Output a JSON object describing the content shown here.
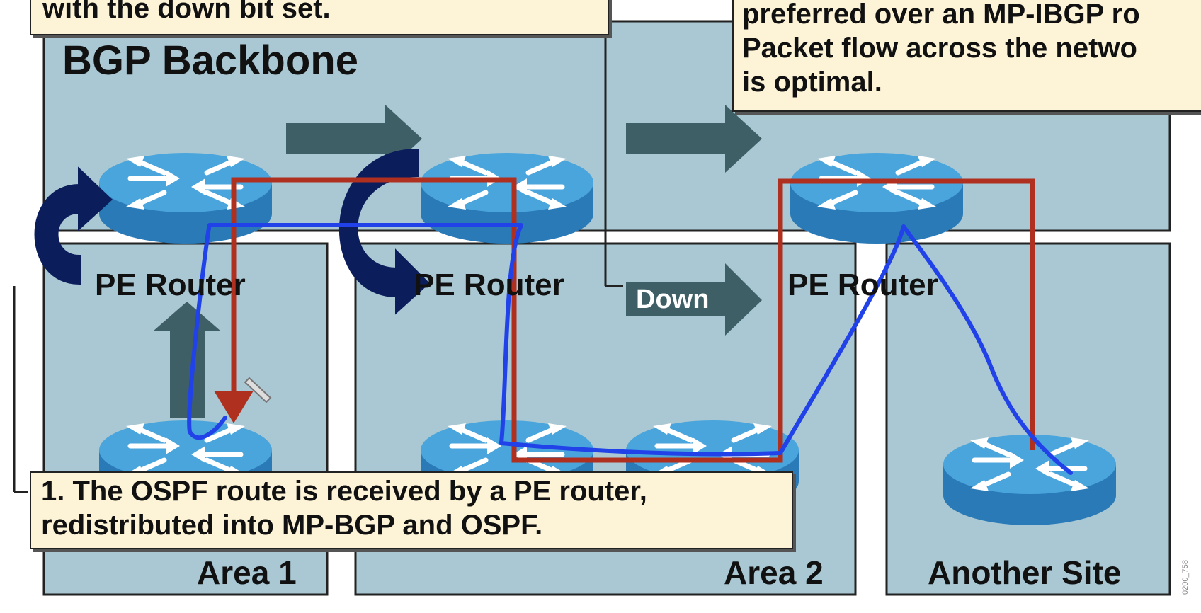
{
  "regions": {
    "backbone": {
      "label": "BGP Backbone"
    },
    "area1": {
      "label": "Area 1"
    },
    "area2": {
      "label": "Area 2"
    },
    "another_site": {
      "label": "Another Site"
    }
  },
  "routers": {
    "pe_label": "PE Router"
  },
  "arrows": {
    "down_label": "Down"
  },
  "callouts": {
    "top_left": {
      "lines": [
        "with the down bit set."
      ]
    },
    "top_right": {
      "lines": [
        "preferred over an MP-IBGP ro",
        "Packet flow across the netwo",
        "is optimal."
      ]
    },
    "bottom": {
      "lines": [
        "1. The OSPF route is received by a PE router,",
        "redistributed into MP-BGP and OSPF."
      ]
    }
  },
  "slide_id": "0200_758",
  "colors": {
    "area_fill": "#a9c8d3",
    "router_top": "#3f99d4",
    "router_side": "#2a7ab8",
    "arrow_gray": "#3f5f66",
    "curved_arrow": "#0c1d5c",
    "red_path": "#b03020",
    "blue_path": "#2142e8",
    "callout_fill": "#fdf4d8"
  }
}
